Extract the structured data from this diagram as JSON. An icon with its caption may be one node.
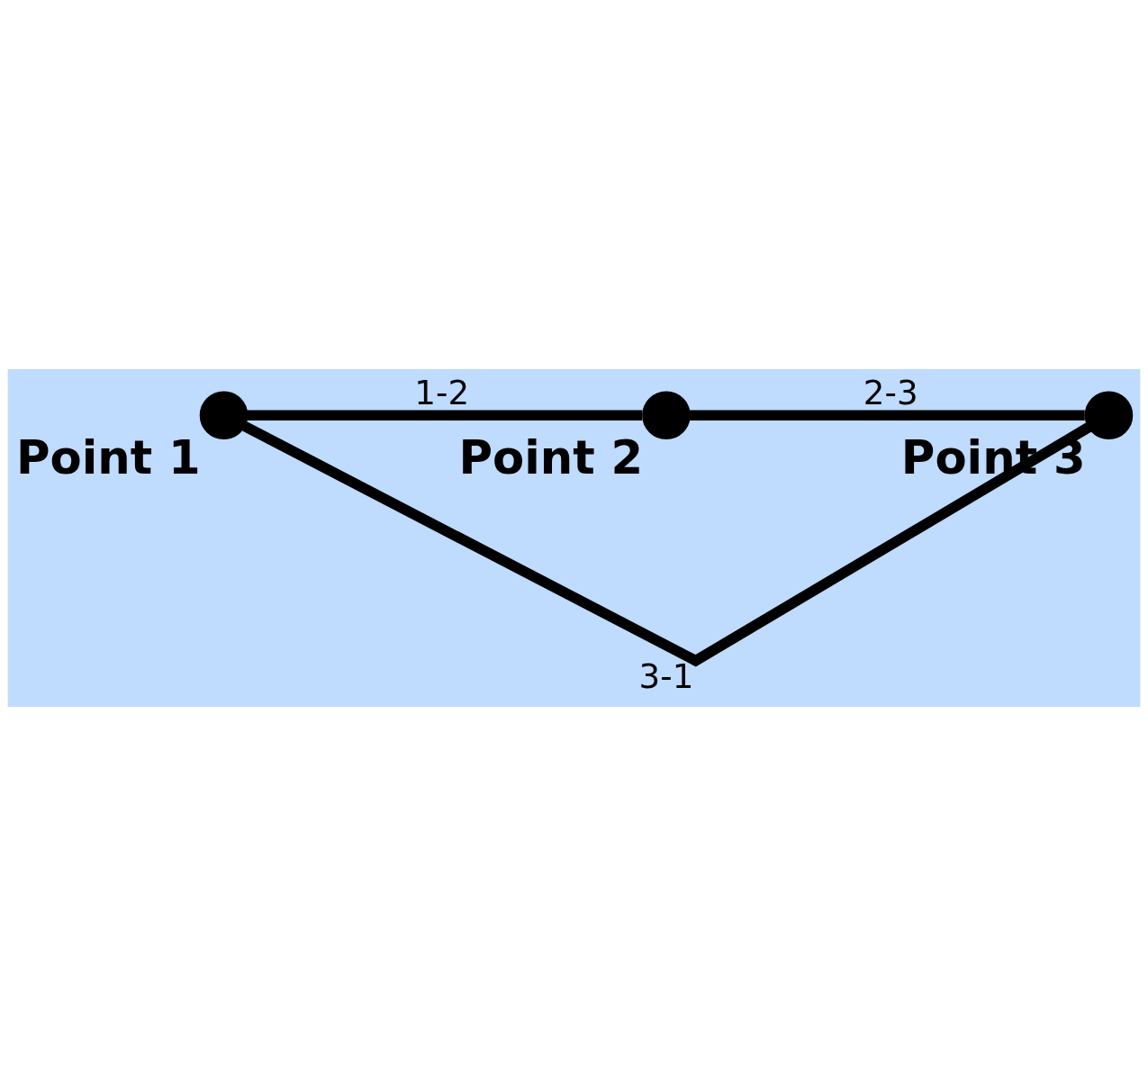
{
  "diagram": {
    "nodes": [
      {
        "text": [],
        "shape": "circle",
        "beside": [
          "Point 1"
        ]
      },
      {
        "text": [],
        "shape": "circle",
        "beside": [
          "Point 2"
        ]
      },
      {
        "text": [],
        "shape": "circle",
        "beside": [
          "Point 3"
        ]
      }
    ],
    "edges": [
      {
        "from": 0,
        "to": 1,
        "arrow": "none",
        "label": "1-2"
      },
      {
        "from": 1,
        "to": 2,
        "arrow": "none",
        "label": "2-3"
      },
      {
        "from": 2,
        "to": 0,
        "arrow": "none",
        "label": "3-1"
      }
    ]
  }
}
